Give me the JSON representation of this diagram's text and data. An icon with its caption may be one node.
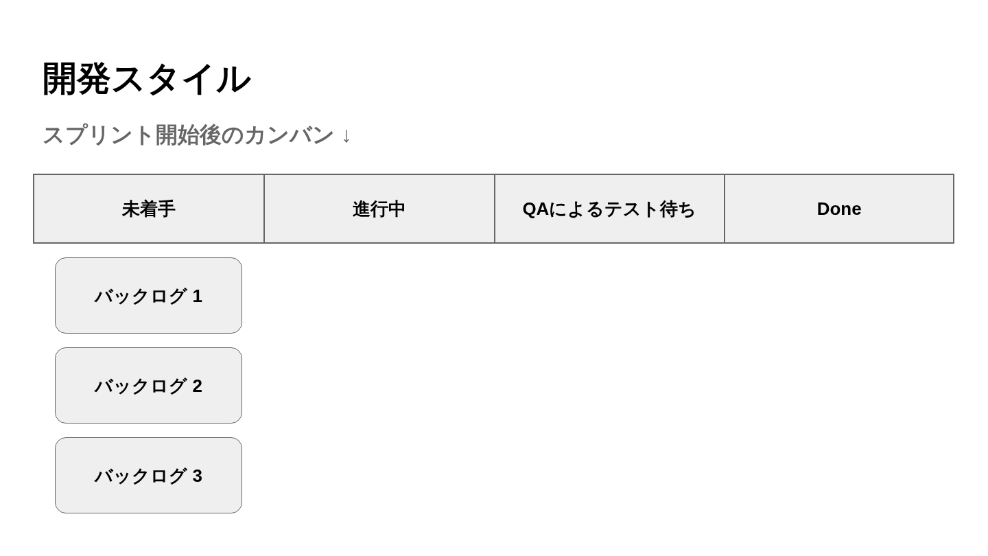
{
  "diagram": {
    "title": "開発スタイル",
    "nodes": [
      {
        "text": [
          "未着手"
        ]
      },
      {
        "text": [
          "進行中"
        ]
      },
      {
        "text": [
          "QAによるテスト待ち"
        ]
      },
      {
        "text": [
          "Done"
        ]
      },
      {
        "text": [
          "バックログ 1"
        ]
      },
      {
        "text": [
          "バックログ 2"
        ]
      },
      {
        "text": [
          "バックログ 3"
        ]
      }
    ],
    "labels": [
      "スプリント開始後のカンバン ↓"
    ]
  }
}
